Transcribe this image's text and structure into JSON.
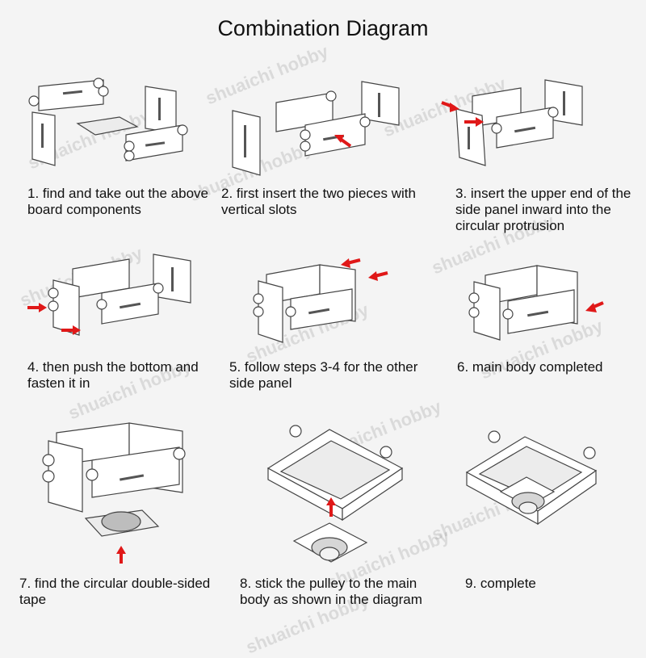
{
  "title": "Combination Diagram",
  "watermark": "shuaichi hobby",
  "colors": {
    "arrow": "#e01818",
    "board": "#ffffff",
    "outline": "#444444"
  },
  "steps": [
    {
      "caption": "1. find and take out the above board components"
    },
    {
      "caption": "2. first insert the two pieces with vertical slots"
    },
    {
      "caption": "3. insert the upper end of the side panel inward into the circular protrusion"
    },
    {
      "caption": "4. then push the bottom and fasten it in"
    },
    {
      "caption": "5. follow steps 3-4 for the other side panel"
    },
    {
      "caption": "6. main body completed"
    },
    {
      "caption": "7. find the circular double-sided tape"
    },
    {
      "caption": "8. stick the pulley to the main body as shown in the diagram"
    },
    {
      "caption": "9. complete"
    }
  ]
}
